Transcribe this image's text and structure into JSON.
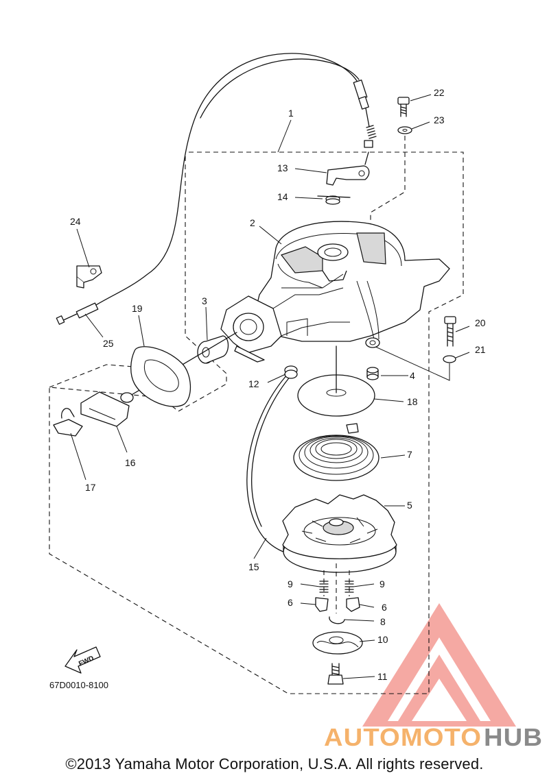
{
  "diagram": {
    "part_numbers": [
      "1",
      "2",
      "3",
      "4",
      "5",
      "6",
      "6",
      "7",
      "8",
      "9",
      "9",
      "10",
      "11",
      "12",
      "13",
      "14",
      "15",
      "16",
      "17",
      "18",
      "19",
      "20",
      "21",
      "22",
      "23",
      "24",
      "25"
    ],
    "diagram_code": "67D0010-8100",
    "fwd_label": "FWD"
  },
  "watermark": {
    "part1": "AUTOMOTO",
    "part2": "HUB",
    "color_red": "#f29a93",
    "color_orange": "#f5b26b",
    "color_gray": "#8a8a8a"
  },
  "copyright": "©2013 Yamaha Motor Corporation, U.S.A. All rights reserved."
}
